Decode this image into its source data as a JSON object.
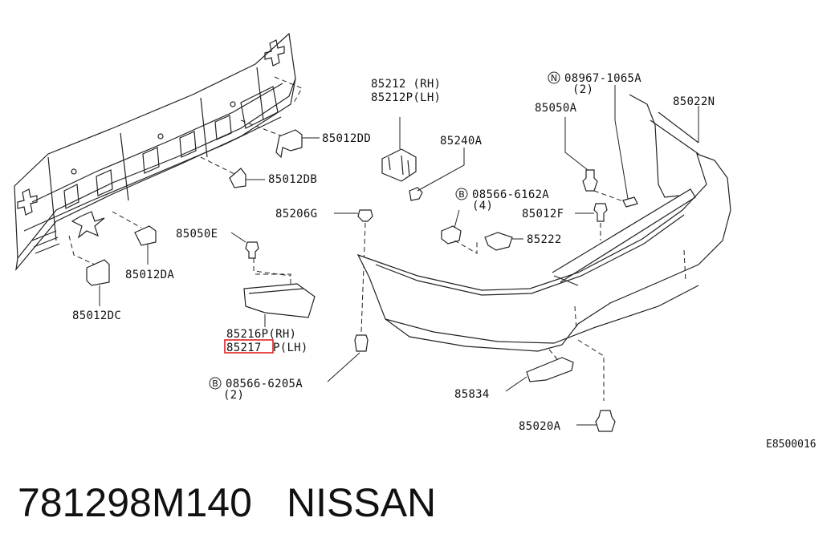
{
  "labels": {
    "p85012DD": "85012DD",
    "p85012DB": "85012DB",
    "p85012DA": "85012DA",
    "p85012DC": "85012DC",
    "p85050E": "85050E",
    "p85206G": "85206G",
    "p85212_rh": "85212 (RH)",
    "p85212P_lh": "85212P(LH)",
    "p85240A": "85240A",
    "p08566_6162A": "08566-6162A",
    "p08566_6162A_qty": "(4)",
    "p85222": "85222",
    "p08967_1065A": "08967-1065A",
    "p08967_1065A_qty": "(2)",
    "p85050A": "85050A",
    "p85022N": "85022N",
    "p85012F": "85012F",
    "p85216P_rh": "85216P(RH)",
    "p85217P_num": "85217",
    "p85217P_suffix": "P(LH)",
    "p08566_6205A": "08566-6205A",
    "p08566_6205A_qty": "(2)",
    "p85834": "85834",
    "p85020A": "85020A",
    "diagram_code": "E8500016"
  },
  "prefix_marks": {
    "b_mark": "B",
    "n_mark": "N"
  },
  "footer": {
    "part_number": "781298M140",
    "brand": "NISSAN"
  },
  "colors": {
    "line": "#222222",
    "highlight": "#e02020"
  }
}
